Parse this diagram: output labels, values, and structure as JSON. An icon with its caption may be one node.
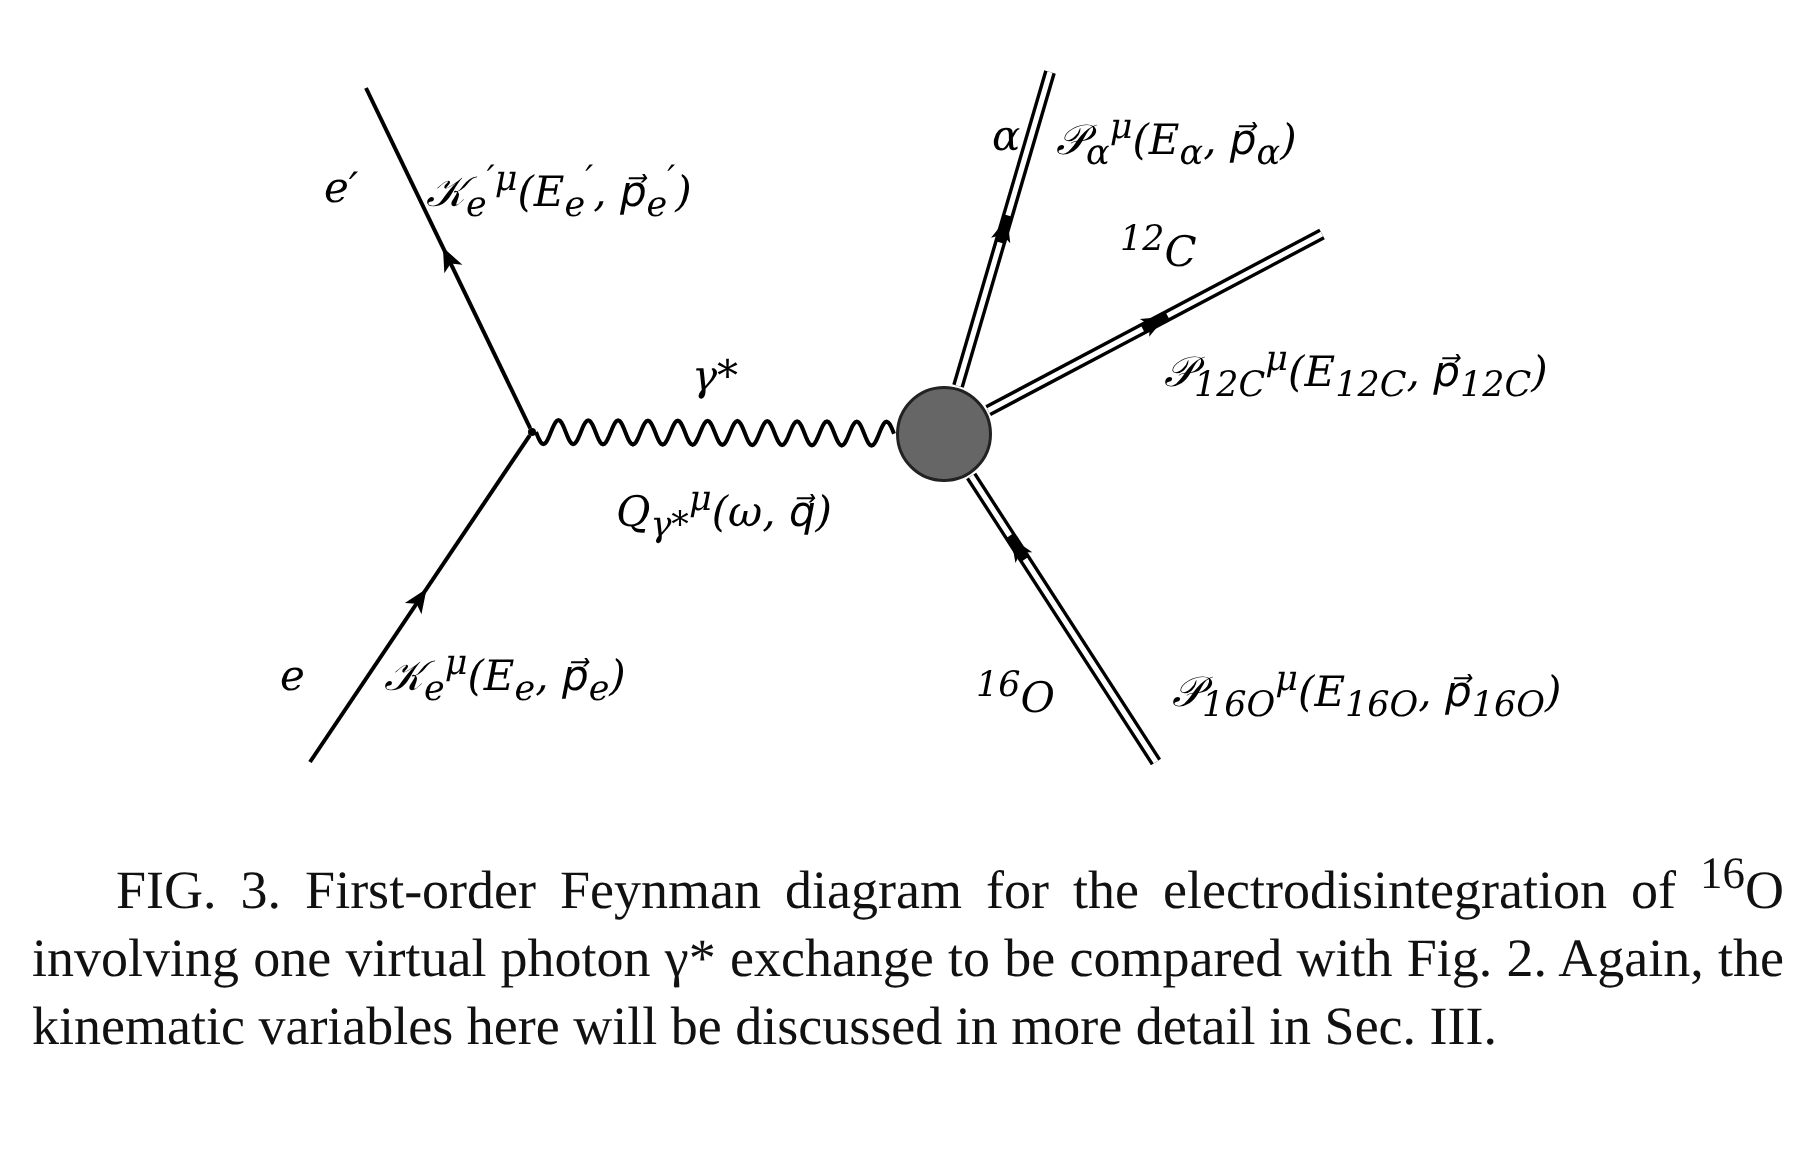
{
  "diagram": {
    "caption": "FIG. 3. First-order Feynman diagram for the electrodisintegration of $^{16}$O involving one virtual photon γ* exchange to be compared with Fig. 2. Again, the kinematic variables here will be discussed in more detail in Sec. III.",
    "nodes": [
      {
        "text": [],
        "shape": "dot"
      },
      {
        "text": [],
        "shape": "circle"
      }
    ],
    "edges": [
      {
        "from": null,
        "to": 0,
        "arrow": "to"
      },
      {
        "from": 0,
        "to": null,
        "arrow": "to"
      },
      {
        "from": 0,
        "to": 1,
        "arrow": "none"
      },
      {
        "from": 1,
        "to": null,
        "arrow": "to",
        "style": "thick"
      },
      {
        "from": 1,
        "to": null,
        "arrow": "to",
        "style": "thick"
      },
      {
        "from": null,
        "to": 1,
        "arrow": "to",
        "style": "thick"
      }
    ],
    "labels": [
      "e′",
      "𝒦$_{e}$$^{′μ}$(E$_{e}$$^{′}$, p⃗$_{e}$$^{′}$)",
      "α",
      "𝒫$_{α}$$^{μ}$(E$_{α}$, p⃗$_{α}$)",
      "$^{12}$C",
      "γ*",
      "𝒫$_{12C}$$^{μ}$(E$_{12C}$, p⃗$_{12C}$)",
      "Q$_{γ*}$$^{μ}$(ω, q⃗)",
      "e",
      "𝒦$_{e}$$^{μ}$(E$_{e}$, p⃗$_{e}$)",
      "$^{16}$O",
      "𝒫$_{16O}$$^{μ}$(E$_{16O}$, p⃗$_{16O}$)"
    ]
  }
}
